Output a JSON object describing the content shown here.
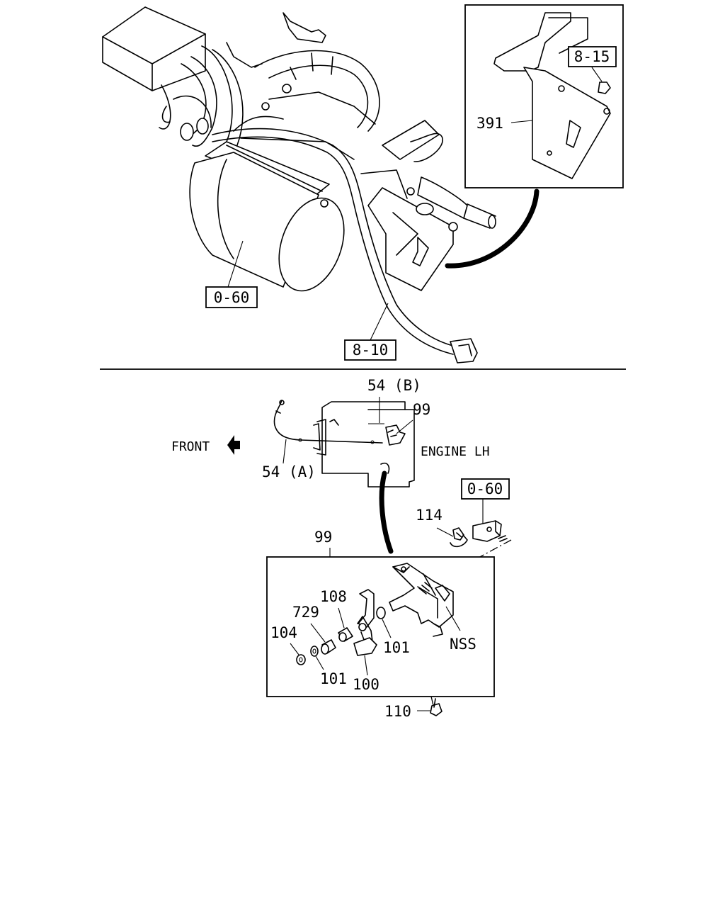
{
  "upper_view": {
    "callout_starter_ref": "0-60",
    "callout_harness_ref": "8-10",
    "detail_inset": {
      "callout_nut_ref": "8-15",
      "part_bracket": "391"
    }
  },
  "lower_view": {
    "cable_b": "54 (B)",
    "cable_a": "54 (A)",
    "part_switch_assembly": "99",
    "front_label": "FRONT",
    "engine_side_label": "ENGINE LH",
    "callout_ref": "0-60",
    "part_clip": "114",
    "assembly_box_label": "99",
    "parts": {
      "p108": "108",
      "p729": "729",
      "p104": "104",
      "p101a": "101",
      "p101b": "101",
      "p100": "100",
      "nss": "NSS",
      "p110": "110"
    }
  }
}
